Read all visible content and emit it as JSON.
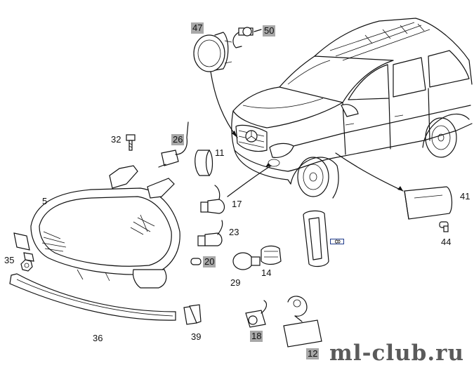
{
  "part_labels": [
    {
      "id": "p47",
      "text": "47",
      "highlighted": true
    },
    {
      "id": "p50",
      "text": "50",
      "highlighted": true
    },
    {
      "id": "p32",
      "text": "32",
      "highlighted": false
    },
    {
      "id": "p26",
      "text": "26",
      "highlighted": true
    },
    {
      "id": "p11",
      "text": "11",
      "highlighted": false
    },
    {
      "id": "p5",
      "text": "5",
      "highlighted": false
    },
    {
      "id": "p17",
      "text": "17",
      "highlighted": false
    },
    {
      "id": "p23",
      "text": "23",
      "highlighted": false
    },
    {
      "id": "p35",
      "text": "35",
      "highlighted": false
    },
    {
      "id": "p20",
      "text": "20",
      "highlighted": true
    },
    {
      "id": "p29",
      "text": "29",
      "highlighted": false
    },
    {
      "id": "p14",
      "text": "14",
      "highlighted": false
    },
    {
      "id": "p41",
      "text": "41",
      "highlighted": false
    },
    {
      "id": "p44",
      "text": "44",
      "highlighted": false
    },
    {
      "id": "p8",
      "text": "8",
      "highlighted": false
    },
    {
      "id": "p36",
      "text": "36",
      "highlighted": false
    },
    {
      "id": "p39",
      "text": "39",
      "highlighted": false
    },
    {
      "id": "p18",
      "text": "18",
      "highlighted": true
    },
    {
      "id": "p12",
      "text": "12",
      "highlighted": true
    }
  ],
  "watermark": "ml-club.ru",
  "colors": {
    "line": "#111111",
    "highlight_bg": "#a8a8a8",
    "boxed_border": "#1e3a8a",
    "watermark": "#5a5a5a"
  }
}
